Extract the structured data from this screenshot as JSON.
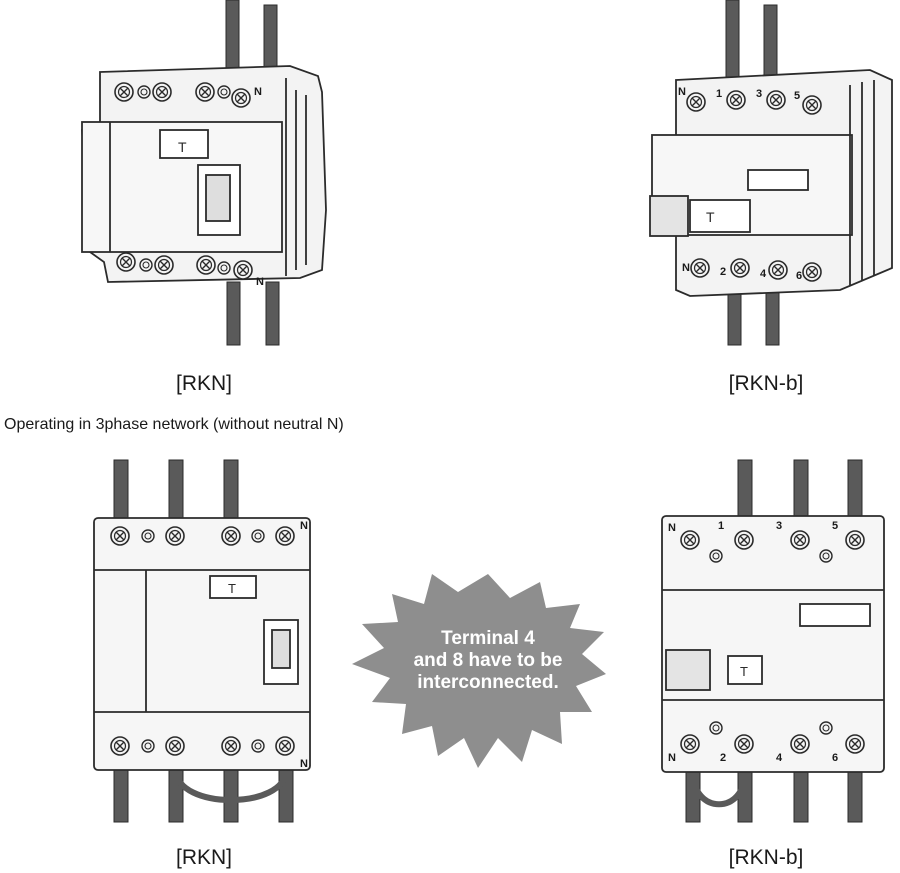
{
  "captions": {
    "top_left": "[RKN]",
    "top_right": "[RKN-b]",
    "bottom_left": "[RKN]",
    "bottom_right": "[RKN-b]"
  },
  "section_title": "Operating in 3phase network (without neutral N)",
  "callout": {
    "line1": "Terminal 4",
    "line2": "and 8 have to be",
    "line3": "interconnected."
  },
  "device_labels": {
    "test_button": "T",
    "neutral": "N",
    "rknb_top_terminals": [
      "1",
      "3",
      "5"
    ],
    "rknb_bottom_terminals": [
      "2",
      "4",
      "6"
    ]
  },
  "colors": {
    "cable": "#5a5a5a",
    "burst": "#8e8e8e",
    "housing": "#f3f3f3",
    "outline": "#2b2b2b"
  }
}
